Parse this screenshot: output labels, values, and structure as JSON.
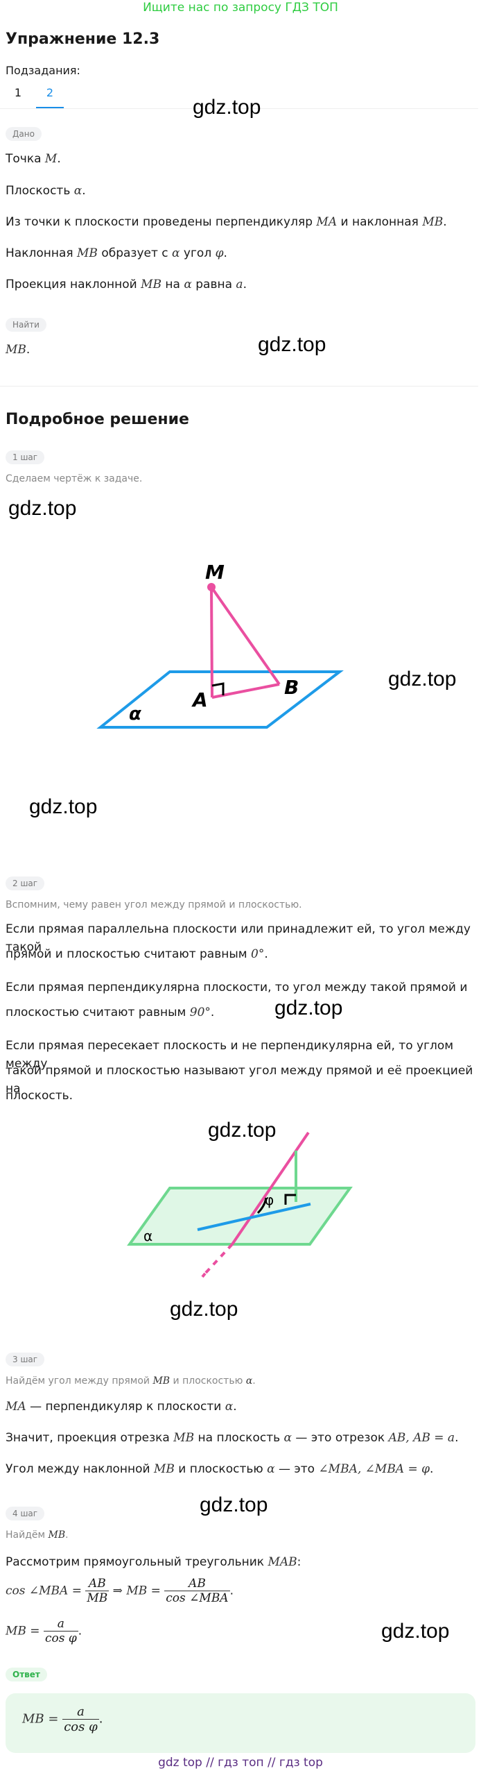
{
  "banner": "Ищите нас по запросу ГДЗ ТОП",
  "title": "Упражнение 12.3",
  "subtasks": {
    "label": "Подзадания:",
    "tabs": [
      "1",
      "2"
    ]
  },
  "watermark": "gdz.top",
  "given": {
    "pill": "Дано",
    "l1a": "Точка ",
    "l1m": "M",
    "l1b": ".",
    "l2a": "Плоскость ",
    "l2m": "α",
    "l2b": ".",
    "l3a": "Из точки к плоскости проведены перпендикуляр ",
    "l3m1": "MA",
    "l3b": " и наклонная ",
    "l3m2": "MB",
    "l3c": ".",
    "l4a": "Наклонная ",
    "l4m1": "MB",
    "l4b": " образует с ",
    "l4m2": "α",
    "l4c": " угол ",
    "l4m3": "φ",
    "l4d": ".",
    "l5a": "Проекция наклонной ",
    "l5m1": "MB",
    "l5b": " на ",
    "l5m2": "α",
    "l5c": " равна ",
    "l5m3": "a",
    "l5d": "."
  },
  "find": {
    "pill": "Найти",
    "m": "MB",
    "b": "."
  },
  "solution_title": "Подробное решение",
  "step1": {
    "pill": "1 шаг",
    "text": "Сделаем чертёж к задаче.",
    "fig": {
      "M": "M",
      "A": "A",
      "B": "B",
      "alpha": "α"
    }
  },
  "step2": {
    "pill": "2 шаг",
    "text": "Вспомним, чему равен угол между прямой и плоскостью.",
    "p1a": "Если прямая параллельна плоскости или принадлежит ей, то угол между такой",
    "p1b": "прямой и плоскостью считают равным ",
    "p1m": "0°",
    "p1c": ".",
    "p2a": "Если прямая перпендикулярна плоскости, то угол между такой прямой и",
    "p2b": "плоскостью считают равным ",
    "p2m": "90°",
    "p2c": ".",
    "p3a": "Если прямая пересекает плоскость и не перпендикулярна ей, то углом между",
    "p3b": "такой прямой и плоскостью называют угол между прямой и её проекцией на",
    "p3c": "плоскость.",
    "fig": {
      "phi": "φ",
      "alpha": "α"
    }
  },
  "step3": {
    "pill": "3 шаг",
    "ta": "Найдём угол между прямой ",
    "tm1": "MB",
    "tb": " и плоскостью ",
    "tm2": "α",
    "tc": ".",
    "l1m": "MA",
    "l1a": " — перпендикуляр к плоскости ",
    "l1m2": "α",
    "l1b": ".",
    "l2a": "Значит, проекция отрезка ",
    "l2m1": "MB",
    "l2b": " на плоскость ",
    "l2m2": "α",
    "l2c": " — это отрезок ",
    "l2m3": "AB, AB = a",
    "l2d": ".",
    "l3a": "Угол между наклонной ",
    "l3m1": "MB",
    "l3b": " и плоскостью ",
    "l3m2": "α",
    "l3c": " — это ",
    "l3m3": "∠MBA, ∠MBA = φ",
    "l3d": "."
  },
  "step4": {
    "pill": "4 шаг",
    "ta": "Найдём ",
    "tm": "MB",
    "tb": ".",
    "l1a": "Рассмотрим прямоугольный треугольник ",
    "l1m": "MAB",
    "l1b": ":",
    "eq1": {
      "lhs": "cos ∠MBA =",
      "n1": "AB",
      "d1": "MB",
      "mid": "⇒ MB =",
      "n2": "AB",
      "d2": "cos ∠MBA",
      "end": "."
    },
    "eq2": {
      "lhs": "MB =",
      "n": "a",
      "d": "cos φ",
      "end": "."
    }
  },
  "answer": {
    "pill": "Ответ",
    "lhs": "MB =",
    "n": "a",
    "d": "cos φ",
    "end": "."
  },
  "footer": "gdz top  //  гдз топ  //  гдз top"
}
